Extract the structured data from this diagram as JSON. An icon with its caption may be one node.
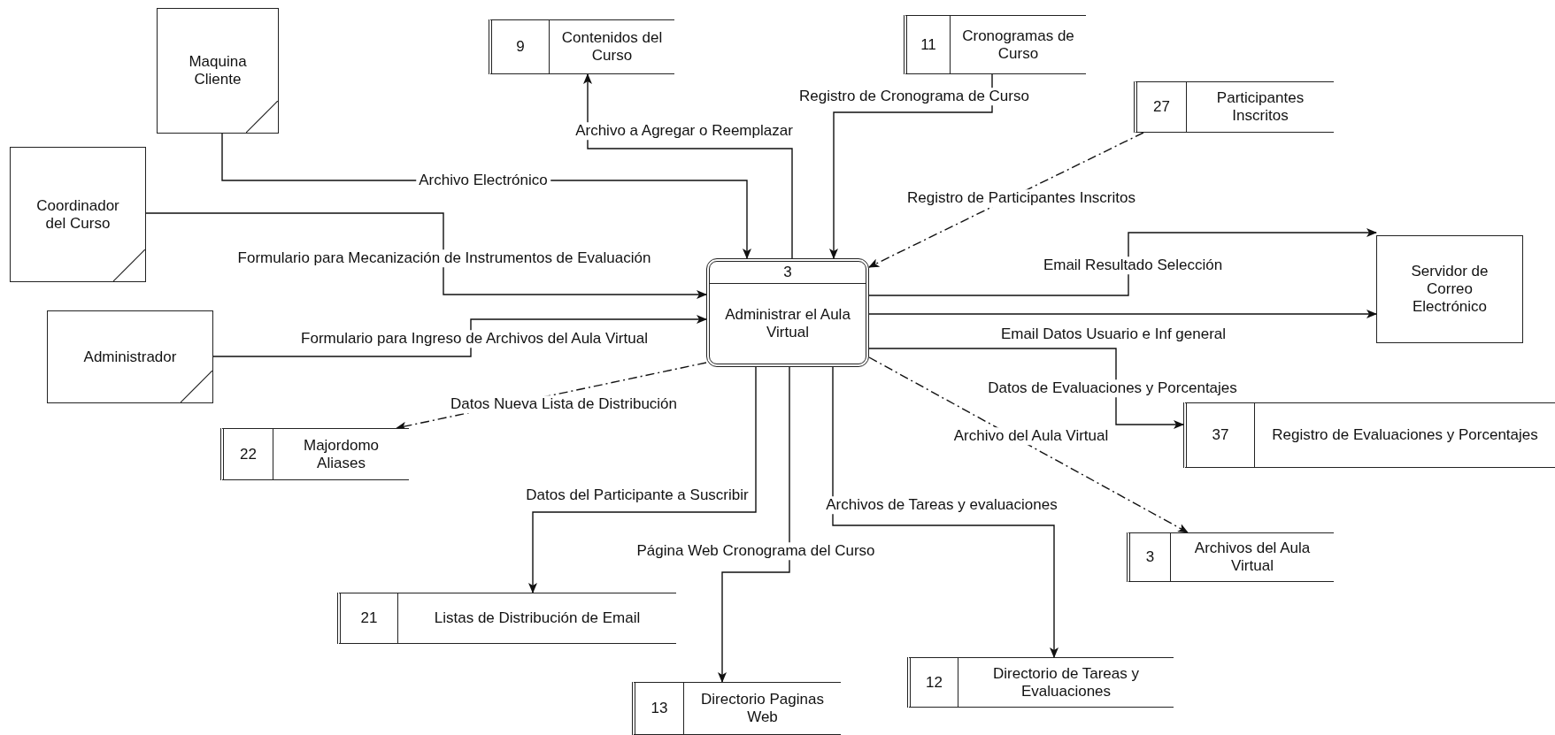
{
  "diagram": {
    "nodes": [
      {
        "text": [
          "Maquina Cliente"
        ]
      },
      {
        "text": [
          "Coordinador del Curso"
        ]
      },
      {
        "text": [
          "Administrador"
        ]
      },
      {
        "text": [
          "3",
          "Administrar el Aula Virtual"
        ]
      },
      {
        "text": [
          "Servidor de Correo Electrónico"
        ]
      },
      {
        "text": [
          "9",
          "Contenidos del Curso"
        ]
      },
      {
        "text": [
          "11",
          "Cronogramas de Curso"
        ]
      },
      {
        "text": [
          "27",
          "Participantes Inscritos"
        ]
      },
      {
        "text": [
          "37",
          "Registro de Evaluaciones y Porcentajes"
        ]
      },
      {
        "text": [
          "22",
          "Majordomo Aliases"
        ]
      },
      {
        "text": [
          "3",
          "Archivos del Aula Virtual"
        ]
      },
      {
        "text": [
          "21",
          "Listas de Distribución de Email"
        ]
      },
      {
        "text": [
          "13",
          "Directorio Paginas Web"
        ]
      },
      {
        "text": [
          "12",
          "Directorio de Tareas y Evaluaciones"
        ]
      }
    ],
    "edges": [
      {
        "from": 0,
        "to": 3,
        "arrow": "to",
        "label": "Archivo Electrónico"
      },
      {
        "from": 1,
        "to": 3,
        "arrow": "to",
        "label": "Formulario para Mecanización de Instrumentos de Evaluación"
      },
      {
        "from": 2,
        "to": 3,
        "arrow": "to",
        "label": "Formulario para Ingreso de Archivos del Aula Virtual"
      },
      {
        "from": 3,
        "to": 5,
        "arrow": "to",
        "label": "Archivo a Agregar o Reemplazar"
      },
      {
        "from": 6,
        "to": 3,
        "arrow": "to",
        "label": "Registro de Cronograma de Curso"
      },
      {
        "from": 7,
        "to": 3,
        "arrow": "to",
        "label": "Registro de Participantes Inscritos",
        "style": "dashed"
      },
      {
        "from": 3,
        "to": 4,
        "arrow": "to",
        "label": "Email Resultado Selección"
      },
      {
        "from": 3,
        "to": 4,
        "arrow": "to",
        "label": "Email Datos Usuario e Inf general"
      },
      {
        "from": 3,
        "to": 8,
        "arrow": "to",
        "label": "Datos de Evaluaciones y Porcentajes"
      },
      {
        "from": 3,
        "to": 10,
        "arrow": "to",
        "label": "Archivo del Aula Virtual",
        "style": "dashed"
      },
      {
        "from": 3,
        "to": 9,
        "arrow": "to",
        "label": "Datos Nueva Lista de Distribución",
        "style": "dashed"
      },
      {
        "from": 3,
        "to": 11,
        "arrow": "to",
        "label": "Datos del Participante a Suscribir"
      },
      {
        "from": 3,
        "to": 12,
        "arrow": "to",
        "label": "Página Web Cronograma del Curso"
      },
      {
        "from": 3,
        "to": 13,
        "arrow": "to",
        "label": "Archivos de Tareas y evaluaciones"
      }
    ]
  }
}
